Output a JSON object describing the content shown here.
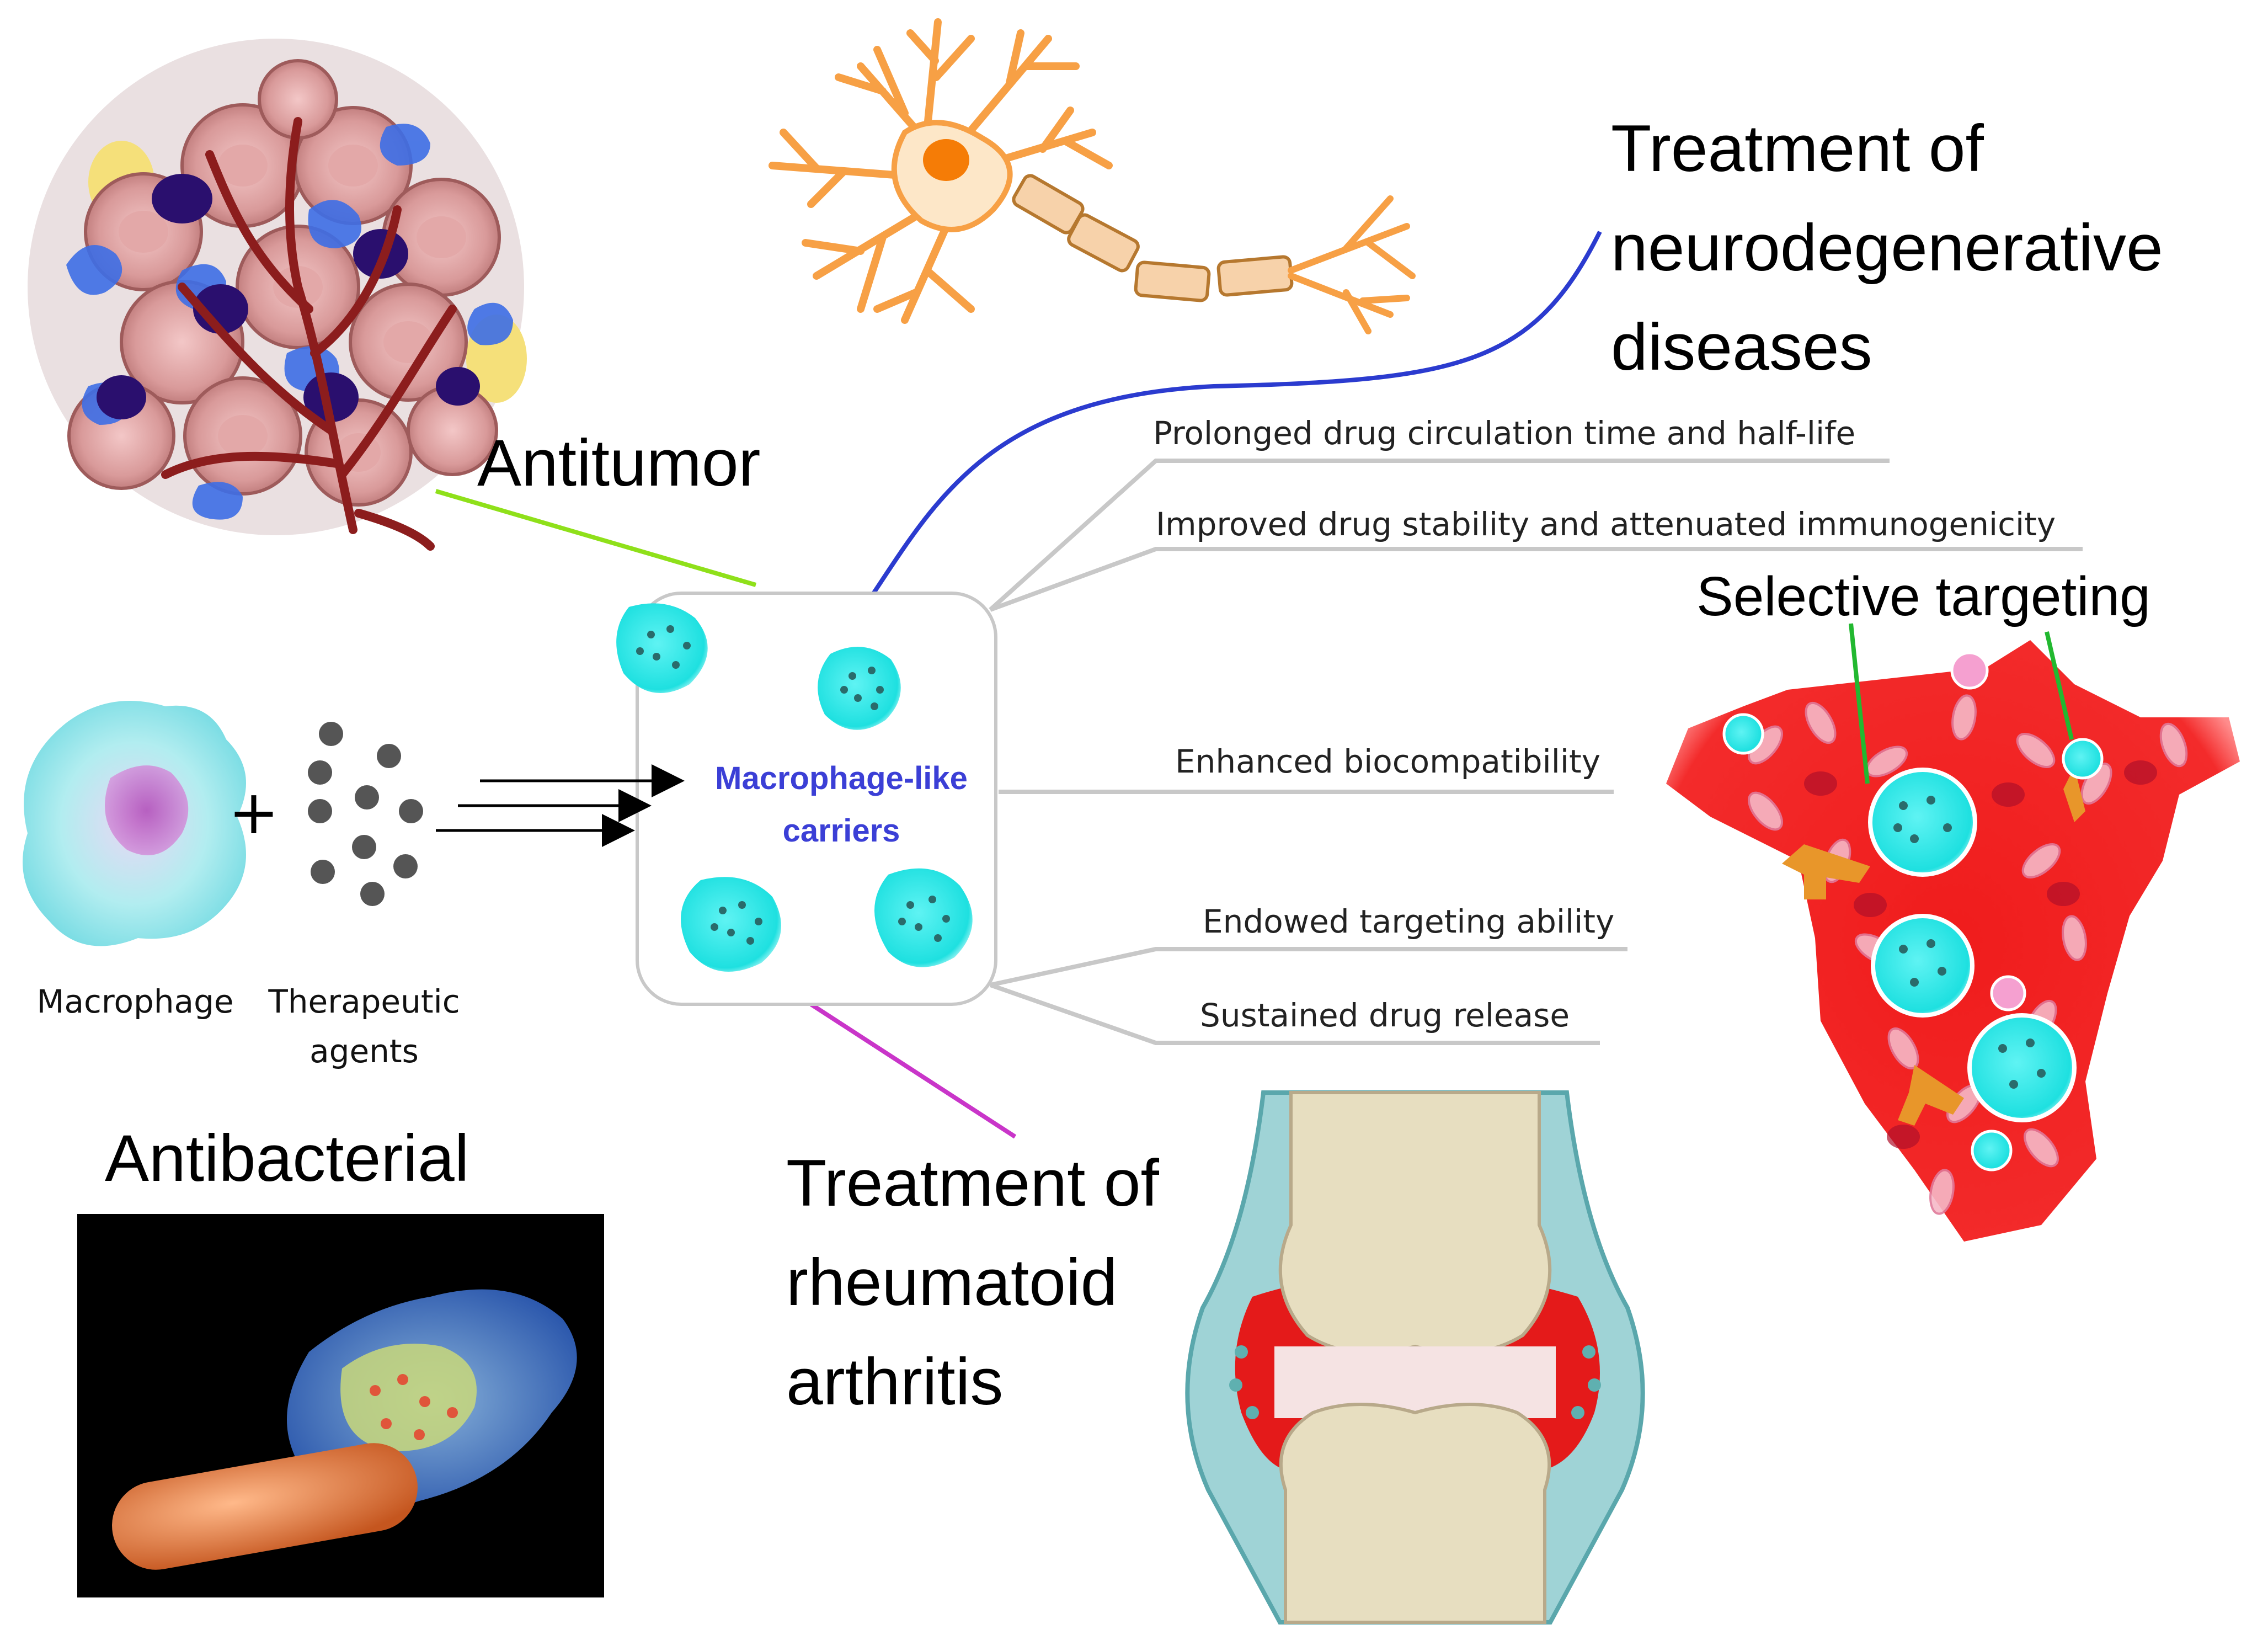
{
  "center": {
    "line1": "Macrophage-like",
    "line2": "carriers"
  },
  "inputs": {
    "macrophage_label": "Macrophage",
    "agents_label_1": "Therapeutic",
    "agents_label_2": "agents",
    "plus": "+"
  },
  "applications": {
    "antitumor": "Antitumor",
    "neuro": [
      "Treatment of",
      "neurodegenerative",
      "diseases"
    ],
    "antibacterial": "Antibacterial",
    "ra": [
      "Treatment of",
      "rheumatoid",
      "arthritis"
    ]
  },
  "features": [
    "Prolonged drug circulation time and half-life",
    "Improved drug stability and attenuated immunogenicity",
    "Enhanced biocompatibility",
    "Endowed targeting ability",
    "Sustained drug release"
  ],
  "targeting_label": "Selective targeting",
  "colors": {
    "antitumor_line": "#8fe01a",
    "neuro_line": "#2b3bcf",
    "ra_line": "#c935c9",
    "feature_line": "#c8c8c8",
    "particle": "#22e3e3",
    "center_text": "#3b3fd6"
  }
}
